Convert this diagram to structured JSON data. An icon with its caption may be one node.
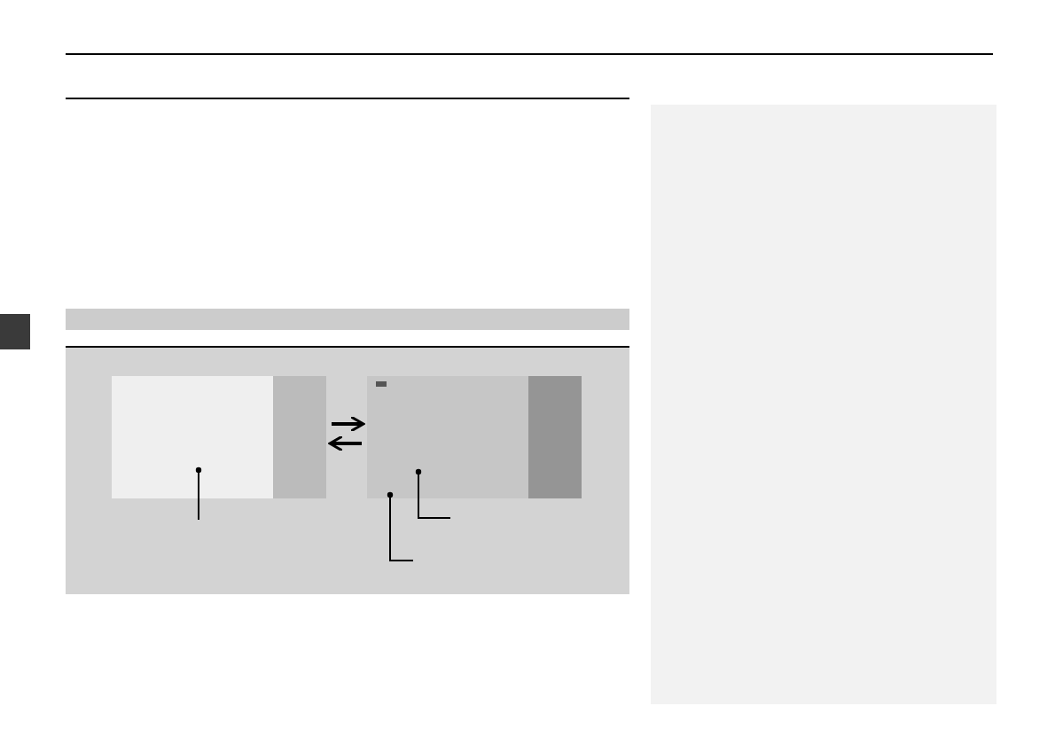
{
  "diagram": {
    "nodes": [
      {
        "text": [],
        "shape": "box"
      },
      {
        "text": [],
        "shape": "box"
      }
    ],
    "edges": [
      {
        "from": 0,
        "to": 1,
        "arrow": "to"
      },
      {
        "from": 1,
        "to": 0,
        "arrow": "to"
      },
      {
        "from": null,
        "to": 0,
        "arrow": "other"
      },
      {
        "from": null,
        "to": 1,
        "arrow": "other"
      },
      {
        "from": null,
        "to": 1,
        "arrow": "other"
      }
    ]
  }
}
